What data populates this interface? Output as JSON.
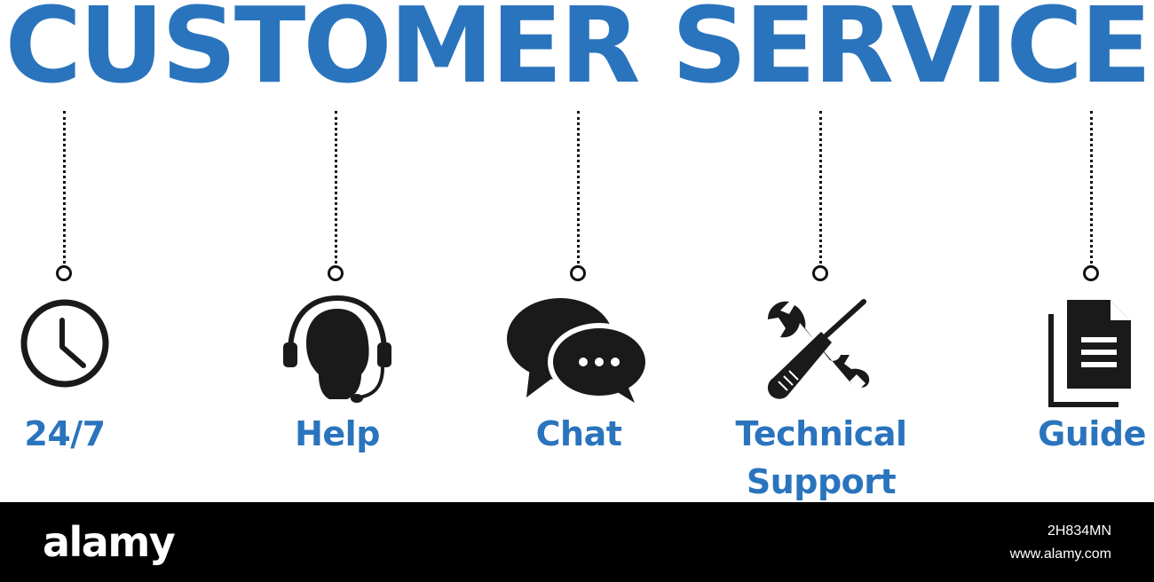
{
  "title": "CUSTOMER SERVICE",
  "colors": {
    "accent": "#2a74bd",
    "icon": "#1a1a1a",
    "footer_bg": "#000000"
  },
  "items": [
    {
      "label": "24/7",
      "icon": "clock-icon"
    },
    {
      "label": "Help",
      "icon": "headset-icon"
    },
    {
      "label": "Chat",
      "icon": "chat-bubbles-icon"
    },
    {
      "label_line1": "Technical",
      "label_line2": "Support",
      "icon": "tools-icon"
    },
    {
      "label": "Guide",
      "icon": "document-icon"
    }
  ],
  "footer": {
    "logo": "alamy",
    "image_id": "2H834MN",
    "url": "www.alamy.com"
  }
}
